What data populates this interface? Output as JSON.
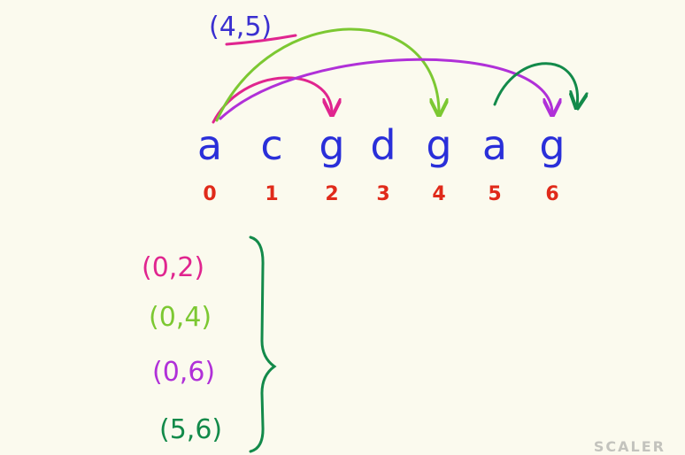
{
  "top_pair": {
    "text": "(4,5)",
    "color": "#3a2fd0",
    "underline_color": "#e0258f"
  },
  "letters": [
    "a",
    "c",
    "g",
    "d",
    "g",
    "a",
    "g"
  ],
  "indices": [
    "0",
    "1",
    "2",
    "3",
    "4",
    "5",
    "6"
  ],
  "pairs": [
    {
      "text": "(0,2)",
      "color": "#e0258f"
    },
    {
      "text": "(0,4)",
      "color": "#7cc832"
    },
    {
      "text": "(0,6)",
      "color": "#b030d8"
    },
    {
      "text": "(5,6)",
      "color": "#138a4a"
    }
  ],
  "arcs": [
    {
      "from": 0,
      "to": 2,
      "color": "#e0258f"
    },
    {
      "from": 0,
      "to": 4,
      "color": "#7cc832"
    },
    {
      "from": 0,
      "to": 6,
      "color": "#b030d8"
    },
    {
      "from": 5,
      "to": 6,
      "color": "#138a4a"
    }
  ],
  "colors": {
    "letters": "#2a2fd9",
    "indices": "#e02a1a",
    "brace": "#138a4a",
    "background": "#fbfaee"
  },
  "watermark": "SCALER"
}
